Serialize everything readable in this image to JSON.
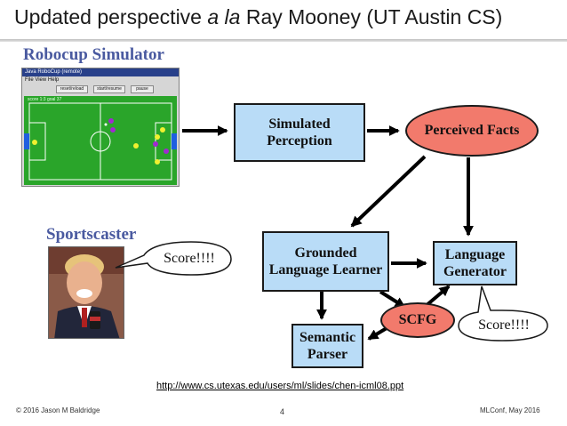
{
  "slide": {
    "title_prefix": "Updated perspective ",
    "title_italic": "a la",
    "title_suffix": " Ray Mooney (UT Austin CS)"
  },
  "robocup": {
    "label": "Robocup Simulator",
    "window_title": "Java RoboCup (remote)",
    "menu": "File   View   Help",
    "buttons": [
      "reset/reload",
      "start/resume",
      "pause"
    ],
    "score": "score 1:3 goal 37"
  },
  "sportscaster": {
    "label": "Sportscaster",
    "speech": "Score!!!!"
  },
  "nodes": {
    "simulated_perception": [
      "Simulated",
      "Perception"
    ],
    "perceived_facts": "Perceived Facts",
    "grounded_learner": [
      "Grounded",
      "Language Learner"
    ],
    "language_generator": [
      "Language",
      "Generator"
    ],
    "scfg": "SCFG",
    "semantic_parser": [
      "Semantic",
      "Parser"
    ]
  },
  "generator_output": "Score!!!!",
  "colors": {
    "box_fill": "#b9dcf7",
    "ellipse_fill": "#f27a6c",
    "section_label": "#4a5aa0",
    "field_green": "#2aa52a"
  },
  "footer": {
    "source_url": "http://www.cs.utexas.edu/users/ml/slides/chen-icml08.ppt",
    "copyright": "© 2016 Jason M Baldridge",
    "page": "4",
    "event": "MLConf, May 2016"
  }
}
